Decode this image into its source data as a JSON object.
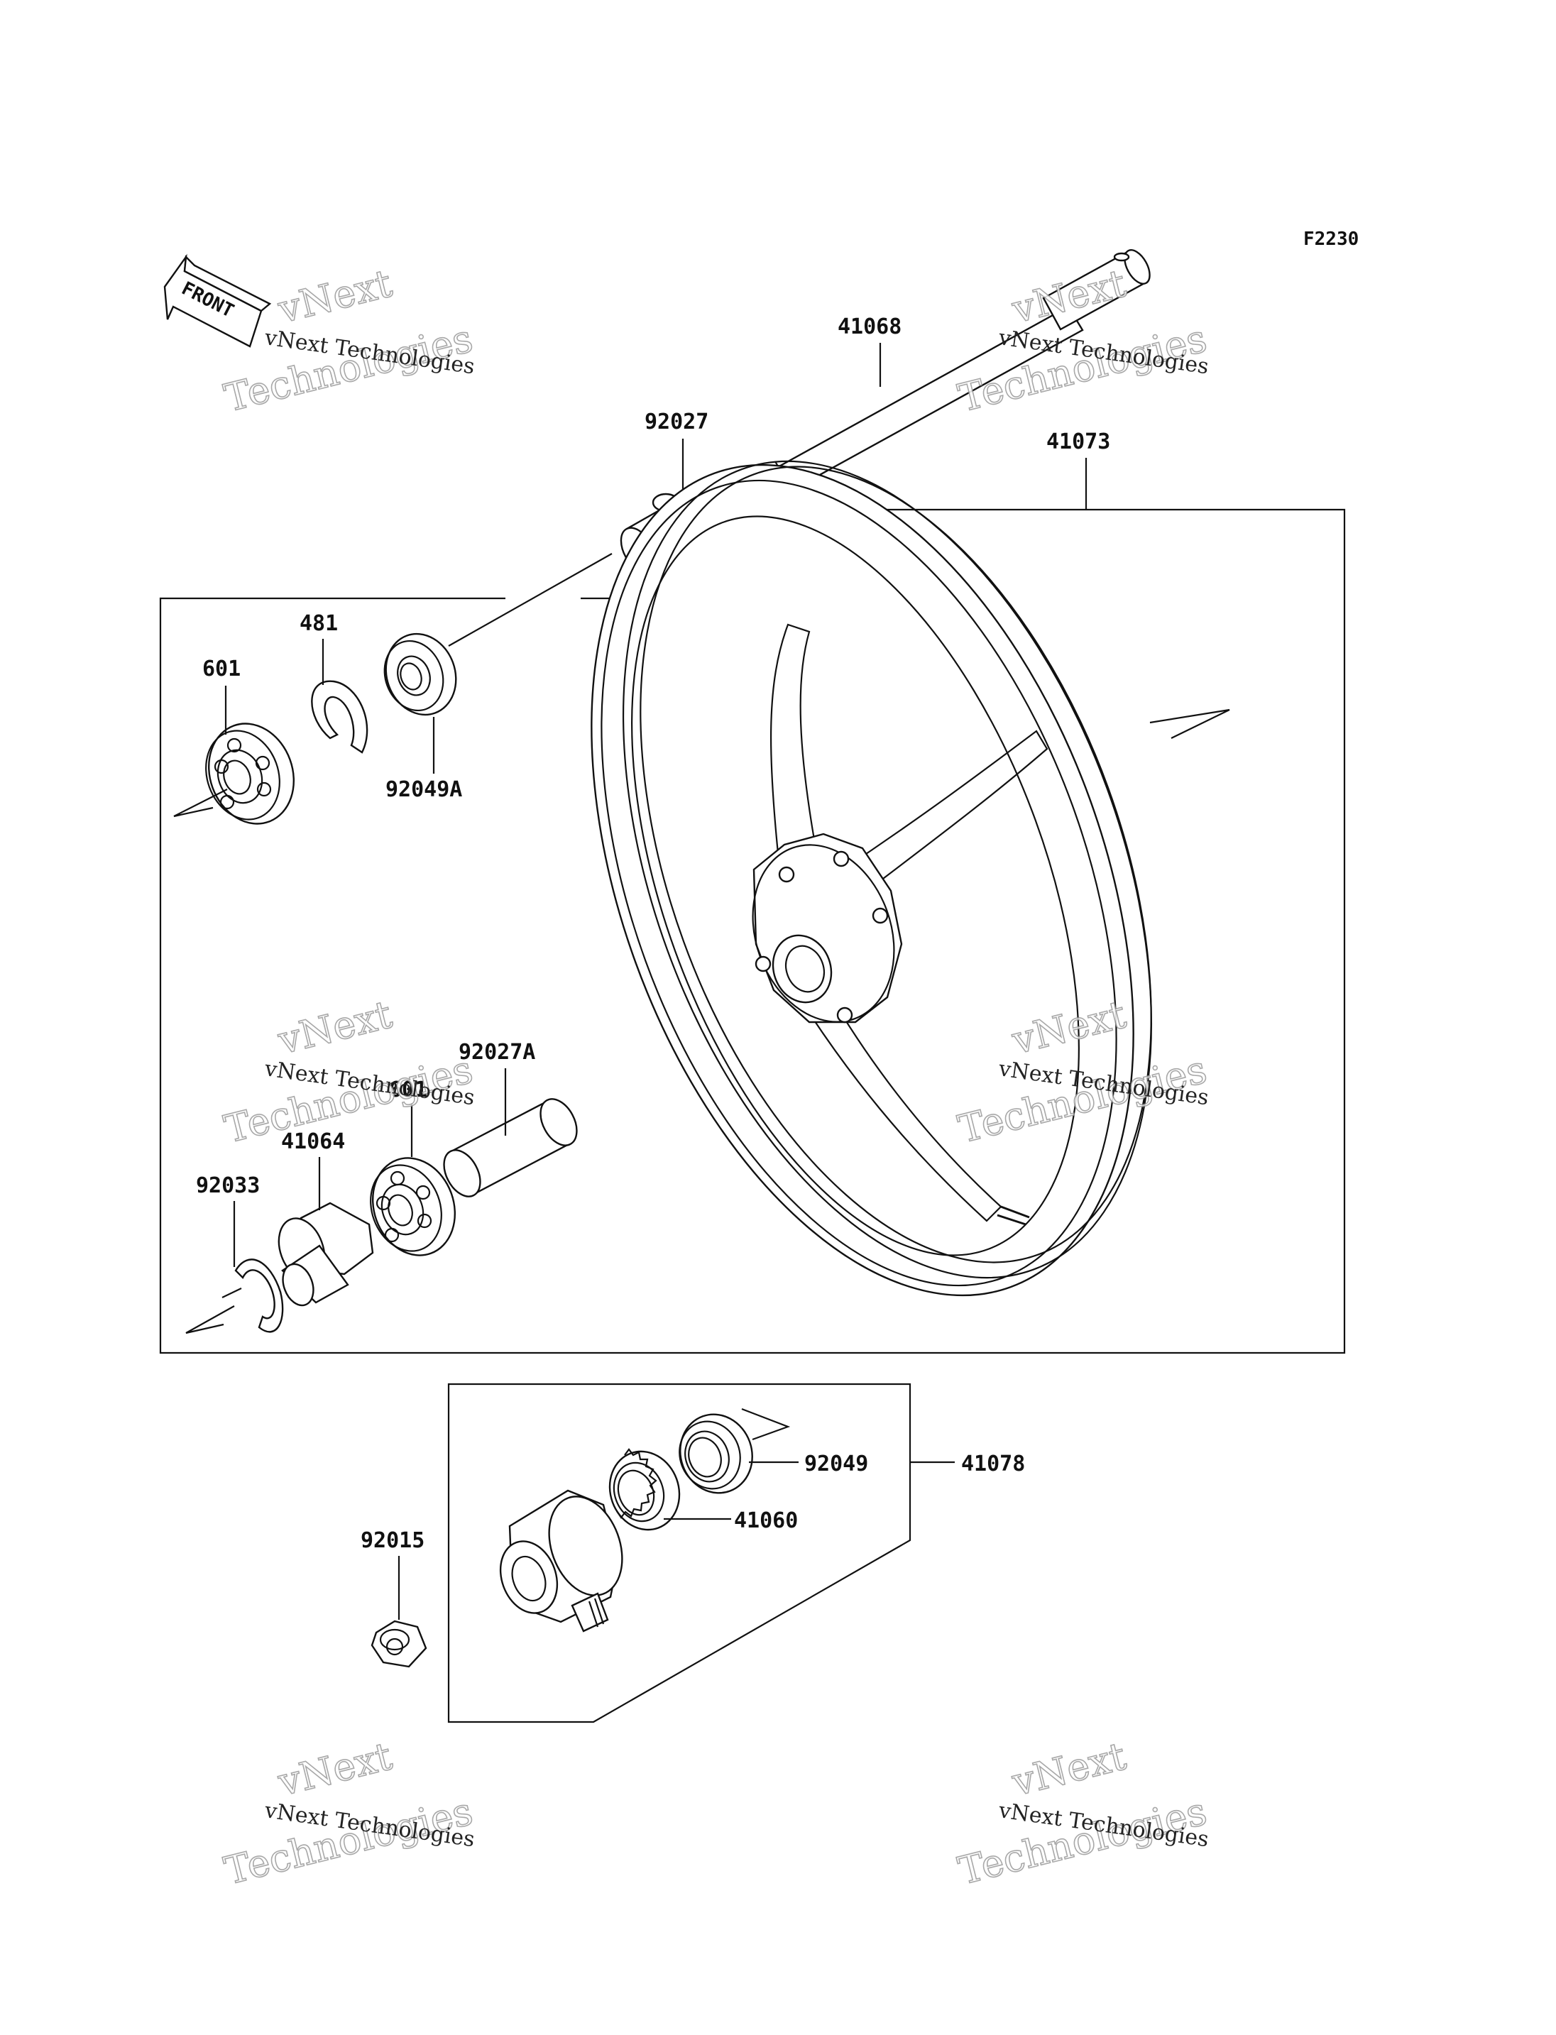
{
  "figure": {
    "code": "F2230"
  },
  "front_arrow": {
    "label": "FRONT"
  },
  "watermark": {
    "line1": "vNext Technologies",
    "line2": "vNext",
    "line3": "Technologies"
  },
  "parts": {
    "p41068": "41068",
    "p92027": "92027",
    "p41073": "41073",
    "p481": "481",
    "p601": "601",
    "p92049A": "92049A",
    "p601b": "601",
    "p92027A": "92027A",
    "p41064": "41064",
    "p92033": "92033",
    "p92049": "92049",
    "p41078": "41078",
    "p41060": "41060",
    "p92015": "92015"
  }
}
